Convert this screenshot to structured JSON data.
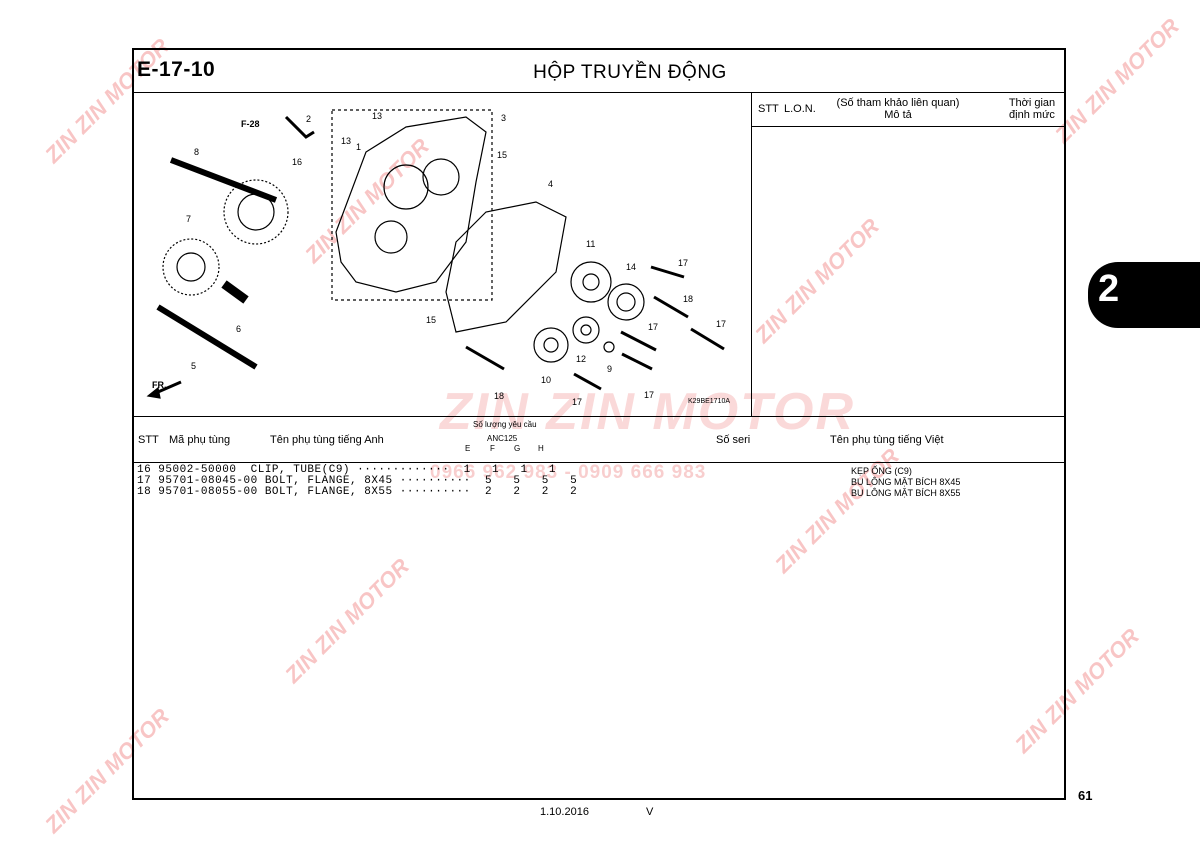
{
  "header": {
    "section_code": "E-17-10",
    "title": "HỘP TRUYỀN ĐỘNG"
  },
  "right_panel": {
    "col_stt": "STT",
    "col_lon": "L.O.N.",
    "col_ref_line1": "(Số tham khảo liên quan)",
    "col_ref_line2": "Mô tả",
    "col_time_line1": "Thời gian",
    "col_time_line2": "định mức"
  },
  "diagram": {
    "ref_code": "K29BE1710A",
    "callouts": [
      "F-28",
      "2",
      "13",
      "13",
      "1",
      "3",
      "16",
      "15",
      "8",
      "4",
      "7",
      "11",
      "14",
      "17",
      "18",
      "6",
      "15",
      "17",
      "17",
      "5",
      "12",
      "9",
      "10",
      "18",
      "17",
      "17"
    ],
    "fr_label": "FR."
  },
  "table": {
    "col_stt": "STT",
    "col_part_no": "Mã phụ tùng",
    "col_name_en": "Tên phụ tùng tiếng Anh",
    "qty_label": "Số lượng yêu cầu",
    "model": "ANC125",
    "variants": [
      "E",
      "F",
      "G",
      "H"
    ],
    "col_serial": "Số seri",
    "col_name_vi": "Tên phụ tùng tiếng Việt",
    "rows": [
      {
        "text": "16 95002-50000  CLIP, TUBE(C9) ·············  1   1   1   1",
        "vi": "KẸP ỐNG (C9)"
      },
      {
        "text": "17 95701-08045-00 BOLT, FLANGE, 8X45 ··········  5   5   5   5",
        "vi": "BU LÔNG MẶT BÍCH 8X45"
      },
      {
        "text": "18 95701-08055-00 BOLT, FLANGE, 8X55 ··········  2   2   2   2",
        "vi": "BU LÔNG MẶT BÍCH 8X55"
      }
    ]
  },
  "footer": {
    "date": "1.10.2016",
    "version": "V",
    "page_number": "61"
  },
  "chapter_tab": "2",
  "watermark": {
    "brand": "ZIN ZIN MOTOR",
    "phone": "0966 962 983 - 0909 666 983"
  }
}
